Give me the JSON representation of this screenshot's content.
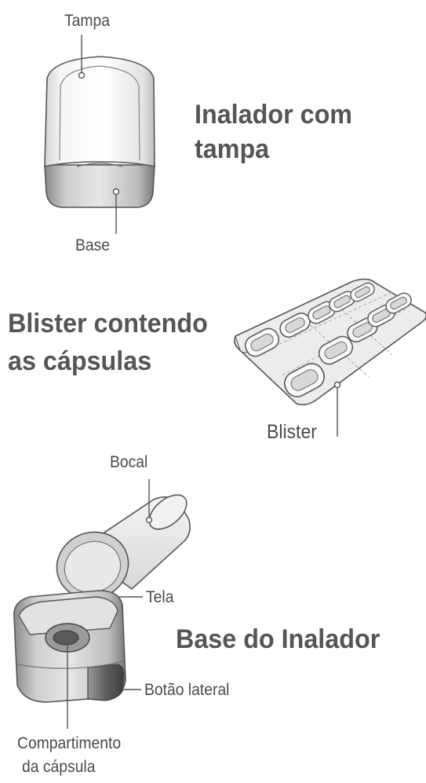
{
  "section1": {
    "title_line1": "Inalador com",
    "title_line2": "tampa",
    "callout_top": "Tampa",
    "callout_bottom": "Base"
  },
  "section2": {
    "title_line1": "Blister contendo",
    "title_line2": "as cápsulas",
    "callout": "Blister"
  },
  "section3": {
    "title": "Base do Inalador",
    "callout_mouthpiece": "Bocal",
    "callout_screen": "Tela",
    "callout_button": "Botão lateral",
    "callout_chamber_line1": "Compartimento",
    "callout_chamber_line2": "da cápsula"
  },
  "colors": {
    "outline": "#555555",
    "title_text": "#555555",
    "label_text": "#4a4a4a"
  }
}
